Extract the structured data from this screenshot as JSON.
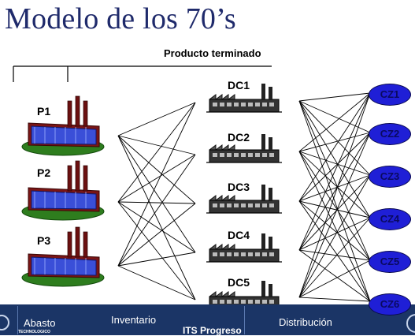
{
  "title": "Modelo de los 70’s",
  "subtitle": "Producto terminado",
  "plants": [
    "P1",
    "P2",
    "P3"
  ],
  "distribution_centers": [
    "DC1",
    "DC2",
    "DC3",
    "DC4",
    "DC5"
  ],
  "customer_zones": [
    "CZ1",
    "CZ2",
    "CZ3",
    "CZ4",
    "CZ5",
    "CZ6"
  ],
  "footer": {
    "items": [
      "Abasto",
      "Inventario",
      "Distribución"
    ],
    "sub_text": "TECHNOLOGICO",
    "partial_text": "ITS Progreso"
  },
  "colors": {
    "title": "#1f2a6b",
    "zone_fill": "#1f1fd6",
    "footer": "#1b3566"
  }
}
